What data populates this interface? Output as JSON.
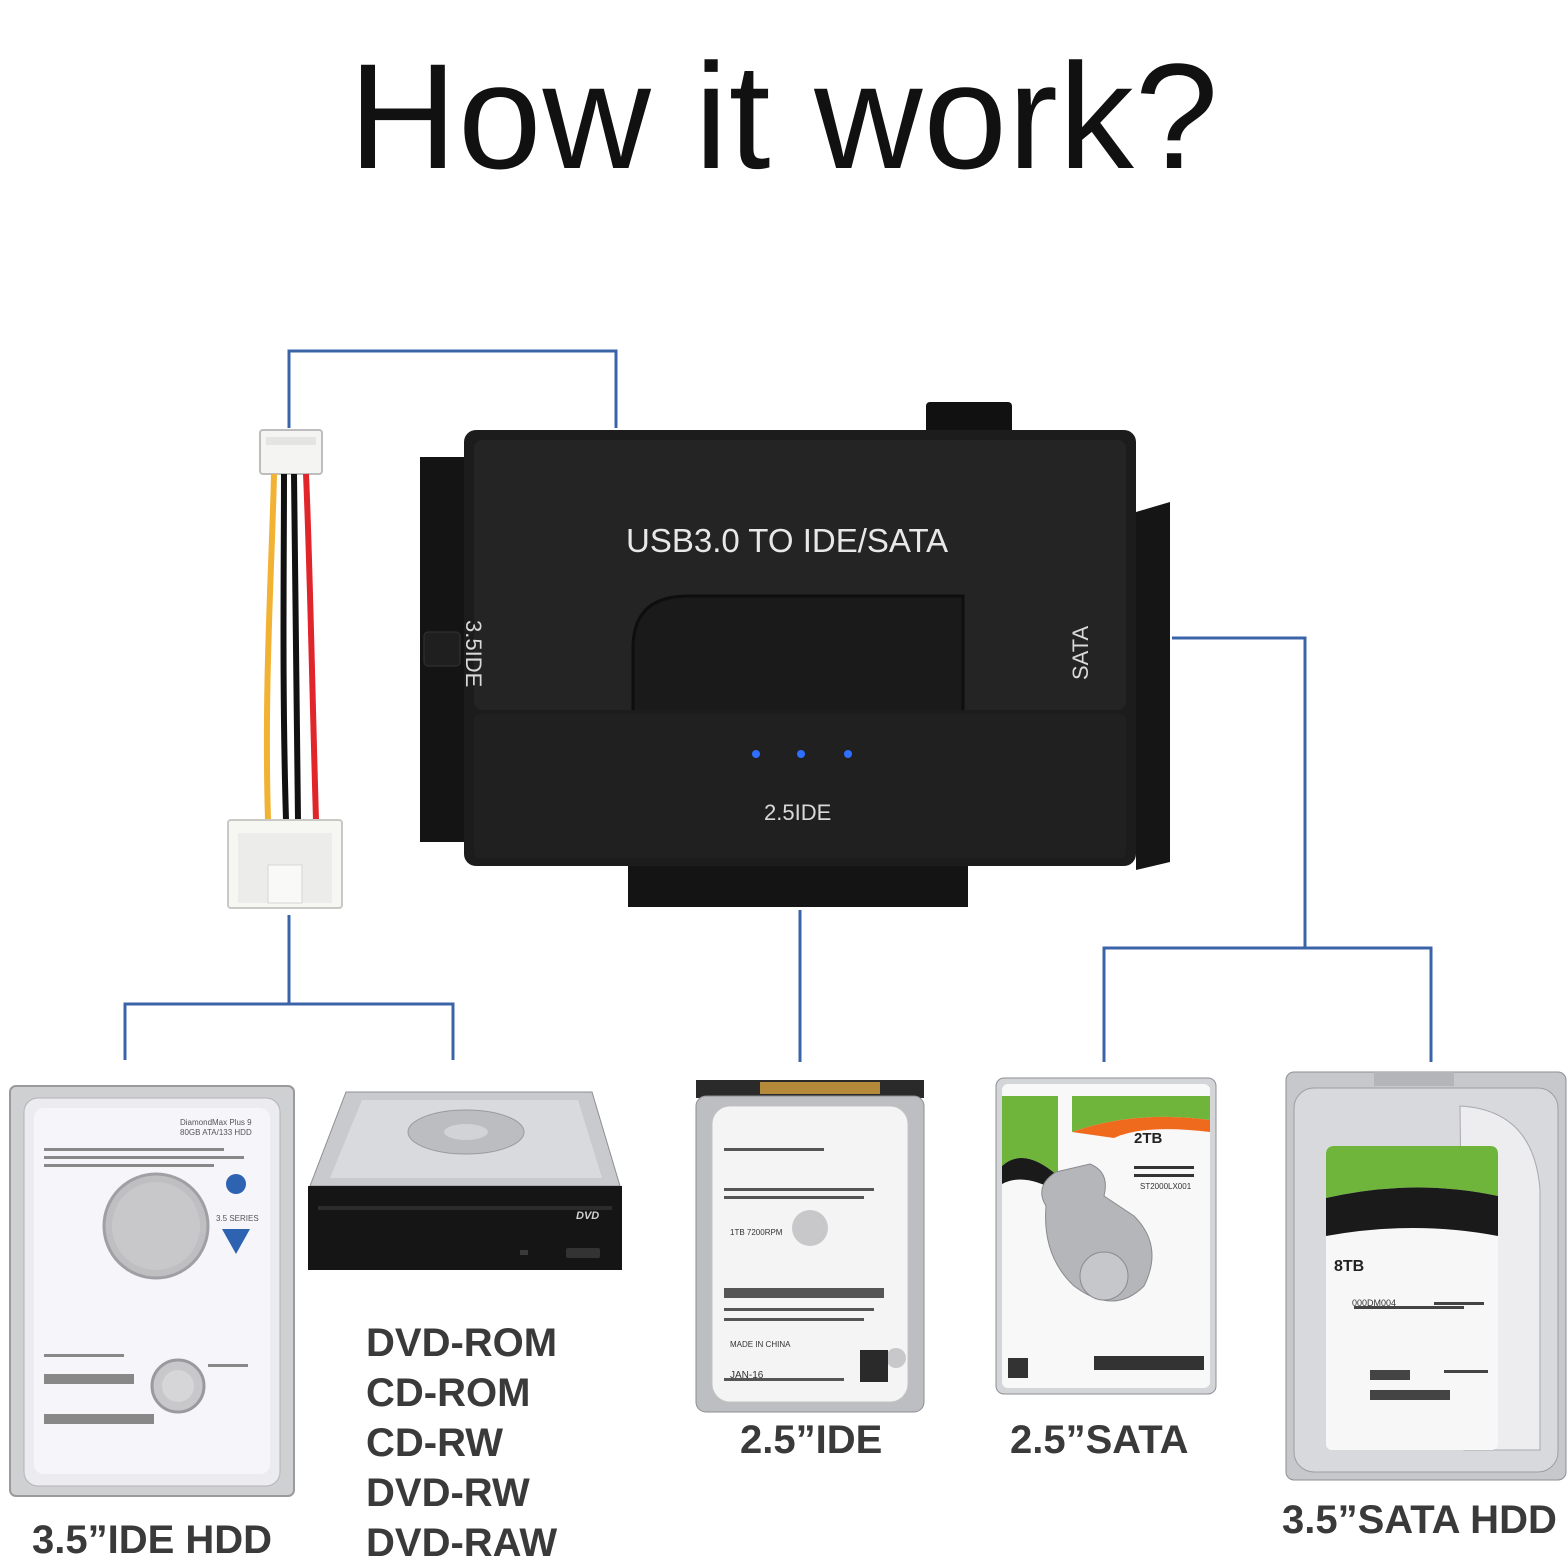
{
  "title": "How it work?",
  "adapter": {
    "label": "USB3.0 TO IDE/SATA",
    "port_left": "3.5IDE",
    "port_right": "SATA",
    "port_bottom": "2.5IDE"
  },
  "devices": {
    "ide35": {
      "caption": "3.5”IDE HDD",
      "label_model": "DiamondMax Plus 9",
      "label_capacity": "80GB ATA/133 HDD",
      "label_series": "3.5 SERIES"
    },
    "optical": {
      "caption_lines": [
        "DVD-ROM",
        "CD-ROM",
        "CD-RW",
        "DVD-RW",
        "DVD-RAW"
      ],
      "logo": "DVD"
    },
    "ide25": {
      "caption": "2.5”IDE",
      "label_line1": "1TB 7200RPM",
      "label_line2": "MADE IN CHINA",
      "label_line3": "JAN-16"
    },
    "sata25": {
      "caption": "2.5”SATA",
      "capacity": "2TB",
      "model": "ST2000LX001"
    },
    "sata35": {
      "caption": "3.5”SATA HDD",
      "capacity": "8TB",
      "model": "000DM004"
    }
  },
  "colors": {
    "connector_line": "#3b64a8",
    "adapter_body": "#1c1c1c",
    "led": "#2f6fff",
    "caption_text": "#3a3a3a",
    "sticker_green": "#6fb53c",
    "sticker_orange": "#f06a1e"
  }
}
